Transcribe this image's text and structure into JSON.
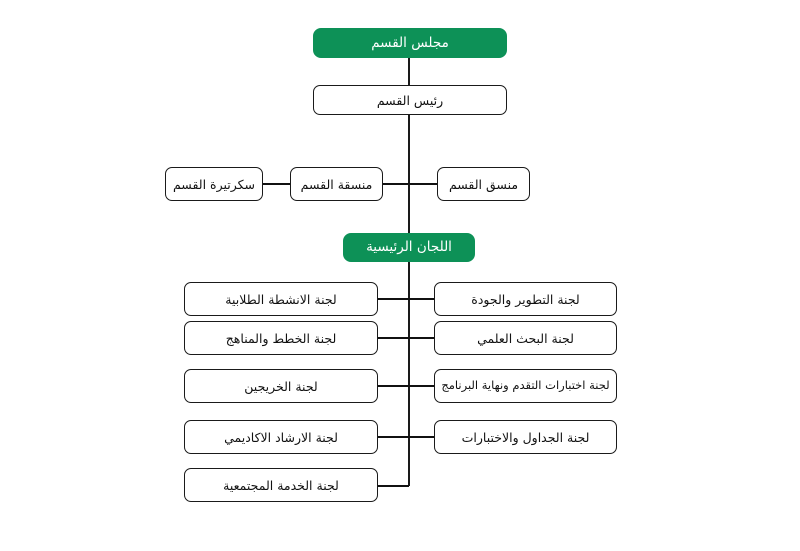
{
  "diagram": {
    "title_top": "مجلس القسم",
    "head": "رئيس القسم",
    "admin_row": {
      "secretary": "سكرتيرة القسم",
      "coordinator_f": "منسقة القسم",
      "coordinator_m": "منسق القسم"
    },
    "committees_header": "اللجان الرئيسية",
    "left_committees": [
      "لجنة الانشطة الطلابية",
      "لجنة الخطط والمناهج",
      "لجنة الخريجين",
      "لجنة الارشاد الاكاديمي",
      "لجنة الخدمة المجتمعية"
    ],
    "right_committees": [
      "لجنة التطوير والجودة",
      "لجنة البحث العلمي",
      "لجنة اختبارات التقدم ونهاية البرنامج",
      "لجنة الجداول والاختبارات"
    ],
    "colors": {
      "accent_green": "#0d9157",
      "line": "#111111",
      "box_border": "#1a1a1a",
      "background": "#ffffff",
      "text": "#111111",
      "text_on_green": "#ffffff"
    }
  }
}
